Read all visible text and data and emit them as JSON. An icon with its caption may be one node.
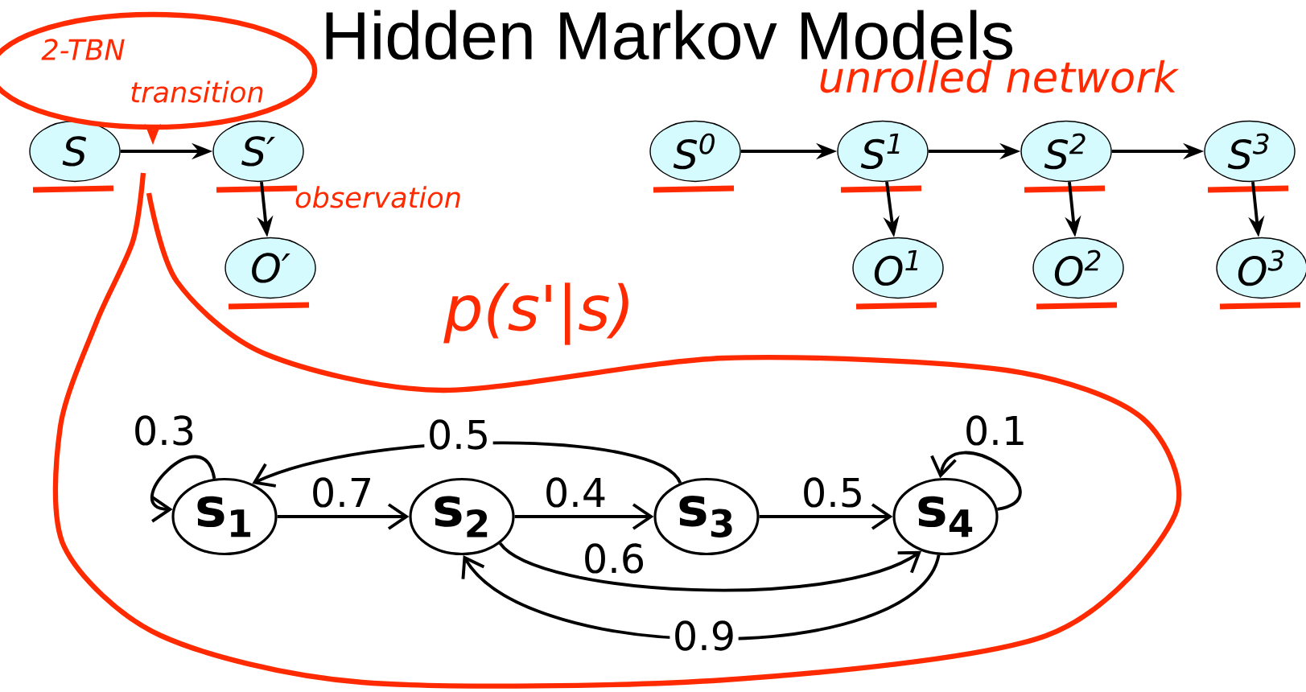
{
  "diagram": {
    "title": "Hidden Markov Models",
    "nodes": [
      {
        "text": [
          "S"
        ]
      },
      {
        "text": [
          "S′"
        ]
      },
      {
        "text": [
          "O′"
        ]
      },
      {
        "text": [
          "S$^{0}$"
        ]
      },
      {
        "text": [
          "S$^{1}$"
        ]
      },
      {
        "text": [
          "S$^{2}$"
        ]
      },
      {
        "text": [
          "S$^{3}$"
        ]
      },
      {
        "text": [
          "O$^{1}$"
        ]
      },
      {
        "text": [
          "O$^{2}$"
        ]
      },
      {
        "text": [
          "O$^{3}$"
        ]
      },
      {
        "text": [
          "s$_{1}$"
        ]
      },
      {
        "text": [
          "s$_{2}$"
        ]
      },
      {
        "text": [
          "s$_{3}$"
        ]
      },
      {
        "text": [
          "s$_{4}$"
        ]
      },
      {
        "text": [
          "2-TBN",
          "transition"
        ]
      }
    ],
    "edges": [
      {
        "from": 0,
        "to": 1,
        "arrow": "to"
      },
      {
        "from": 1,
        "to": 2,
        "arrow": "to"
      },
      {
        "from": 3,
        "to": 4,
        "arrow": "to"
      },
      {
        "from": 4,
        "to": 5,
        "arrow": "to"
      },
      {
        "from": 5,
        "to": 6,
        "arrow": "to"
      },
      {
        "from": 4,
        "to": 7,
        "arrow": "to"
      },
      {
        "from": 5,
        "to": 8,
        "arrow": "to"
      },
      {
        "from": 6,
        "to": 9,
        "arrow": "to"
      },
      {
        "from": 10,
        "to": 10,
        "arrow": "to",
        "label": "0.3"
      },
      {
        "from": 12,
        "to": 10,
        "arrow": "to",
        "label": "0.5"
      },
      {
        "from": 10,
        "to": 11,
        "arrow": "to",
        "label": "0.7"
      },
      {
        "from": 11,
        "to": 12,
        "arrow": "to",
        "label": "0.4"
      },
      {
        "from": 12,
        "to": 13,
        "arrow": "to",
        "label": "0.5"
      },
      {
        "from": 11,
        "to": 13,
        "arrow": "to",
        "label": "0.6"
      },
      {
        "from": 13,
        "to": 11,
        "arrow": "to",
        "label": "0.9"
      },
      {
        "from": 13,
        "to": 13,
        "arrow": "to",
        "label": "0.1"
      },
      {
        "from": 14,
        "to": null,
        "arrow": "to",
        "color": "#ff2a00"
      }
    ],
    "labels": [
      "observation",
      "unrolled network",
      "p(s'|s)"
    ]
  }
}
